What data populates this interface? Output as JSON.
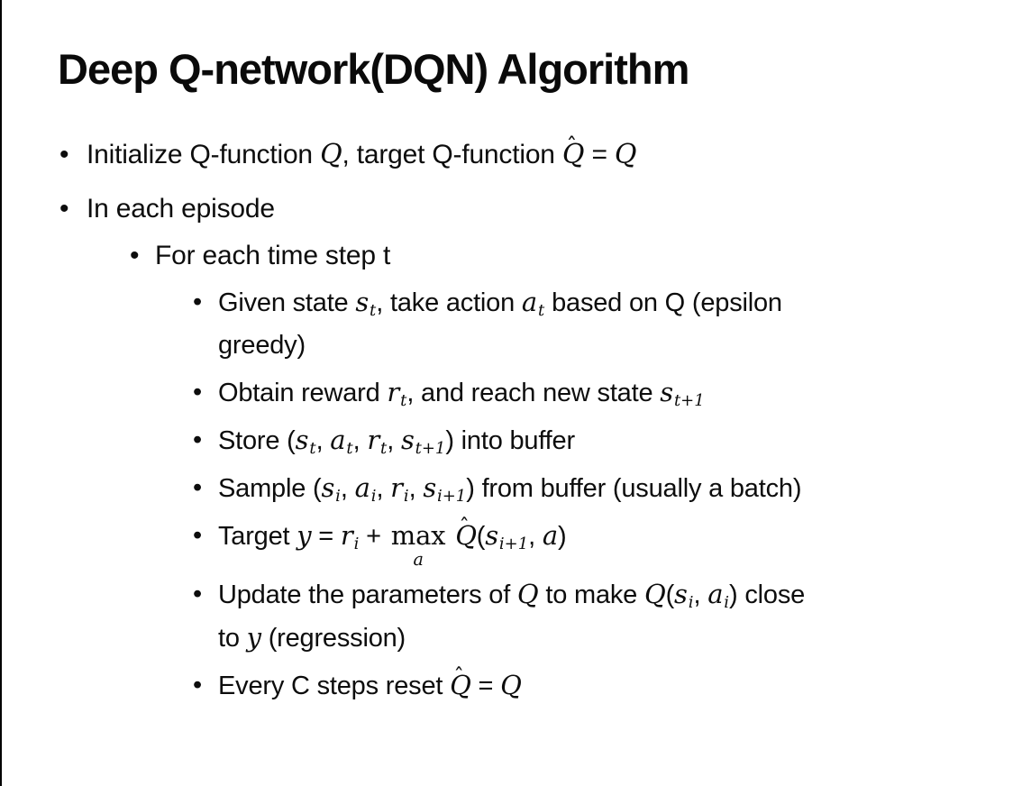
{
  "slide": {
    "title": "Deep Q-network(DQN) Algorithm",
    "bullet_char": "•",
    "colors": {
      "background": "#ffffff",
      "text": "#0d0d0d",
      "border_left": "#000000"
    },
    "bullets": [
      {
        "level": 1,
        "segments": [
          {
            "t": "Initialize Q-function "
          },
          {
            "m": "Q"
          },
          {
            "t": ", target Q-function "
          },
          {
            "hat": "Q"
          },
          {
            "t": " = "
          },
          {
            "m": "Q"
          }
        ]
      },
      {
        "level": 1,
        "segments": [
          {
            "t": "In each episode"
          }
        ]
      },
      {
        "level": 2,
        "segments": [
          {
            "t": "For each time step t"
          }
        ]
      },
      {
        "level": 3,
        "segments": [
          {
            "t": "Given state "
          },
          {
            "m": "s",
            "sub": "t"
          },
          {
            "t": ", take action "
          },
          {
            "m": "a",
            "sub": "t"
          },
          {
            "t": " based on Q (epsilon"
          },
          {
            "br": true
          },
          {
            "t": "greedy)"
          }
        ]
      },
      {
        "level": 3,
        "segments": [
          {
            "t": "Obtain reward "
          },
          {
            "m": "r",
            "sub": "t"
          },
          {
            "t": ", and reach new state "
          },
          {
            "m": "s",
            "sub": "t+1"
          }
        ]
      },
      {
        "level": 3,
        "segments": [
          {
            "t": "Store ("
          },
          {
            "m": "s",
            "sub": "t"
          },
          {
            "t": ", "
          },
          {
            "m": "a",
            "sub": "t"
          },
          {
            "t": ", "
          },
          {
            "m": "r",
            "sub": "t"
          },
          {
            "t": ", "
          },
          {
            "m": "s",
            "sub": "t+1"
          },
          {
            "t": ") into buffer"
          }
        ]
      },
      {
        "level": 3,
        "segments": [
          {
            "t": "Sample ("
          },
          {
            "m": "s",
            "sub": "i"
          },
          {
            "t": ", "
          },
          {
            "m": "a",
            "sub": "i"
          },
          {
            "t": ", "
          },
          {
            "m": "r",
            "sub": "i"
          },
          {
            "t": ", "
          },
          {
            "m": "s",
            "sub": "i+1"
          },
          {
            "t": ") from buffer (usually a batch)"
          }
        ]
      },
      {
        "level": 3,
        "segments": [
          {
            "t": "Target "
          },
          {
            "m": "y"
          },
          {
            "t": " = "
          },
          {
            "m": "r",
            "sub": "i"
          },
          {
            "t": " + "
          },
          {
            "munder": {
              "base": "max",
              "under": "a"
            }
          },
          {
            "t": " "
          },
          {
            "hat": "Q"
          },
          {
            "t": "("
          },
          {
            "m": "s",
            "sub": "i+1"
          },
          {
            "t": ", "
          },
          {
            "m": "a"
          },
          {
            "t": ")"
          }
        ]
      },
      {
        "level": 3,
        "segments": [
          {
            "t": "Update the parameters of "
          },
          {
            "m": "Q"
          },
          {
            "t": " to make "
          },
          {
            "m": "Q"
          },
          {
            "t": "("
          },
          {
            "m": "s",
            "sub": "i"
          },
          {
            "t": ", "
          },
          {
            "m": "a",
            "sub": "i"
          },
          {
            "t": ") close"
          },
          {
            "br": true
          },
          {
            "t": "to "
          },
          {
            "m": "y"
          },
          {
            "t": " (regression)"
          }
        ]
      },
      {
        "level": 3,
        "segments": [
          {
            "t": "Every C steps reset "
          },
          {
            "hat": "Q"
          },
          {
            "t": " = "
          },
          {
            "m": "Q"
          }
        ]
      }
    ]
  }
}
